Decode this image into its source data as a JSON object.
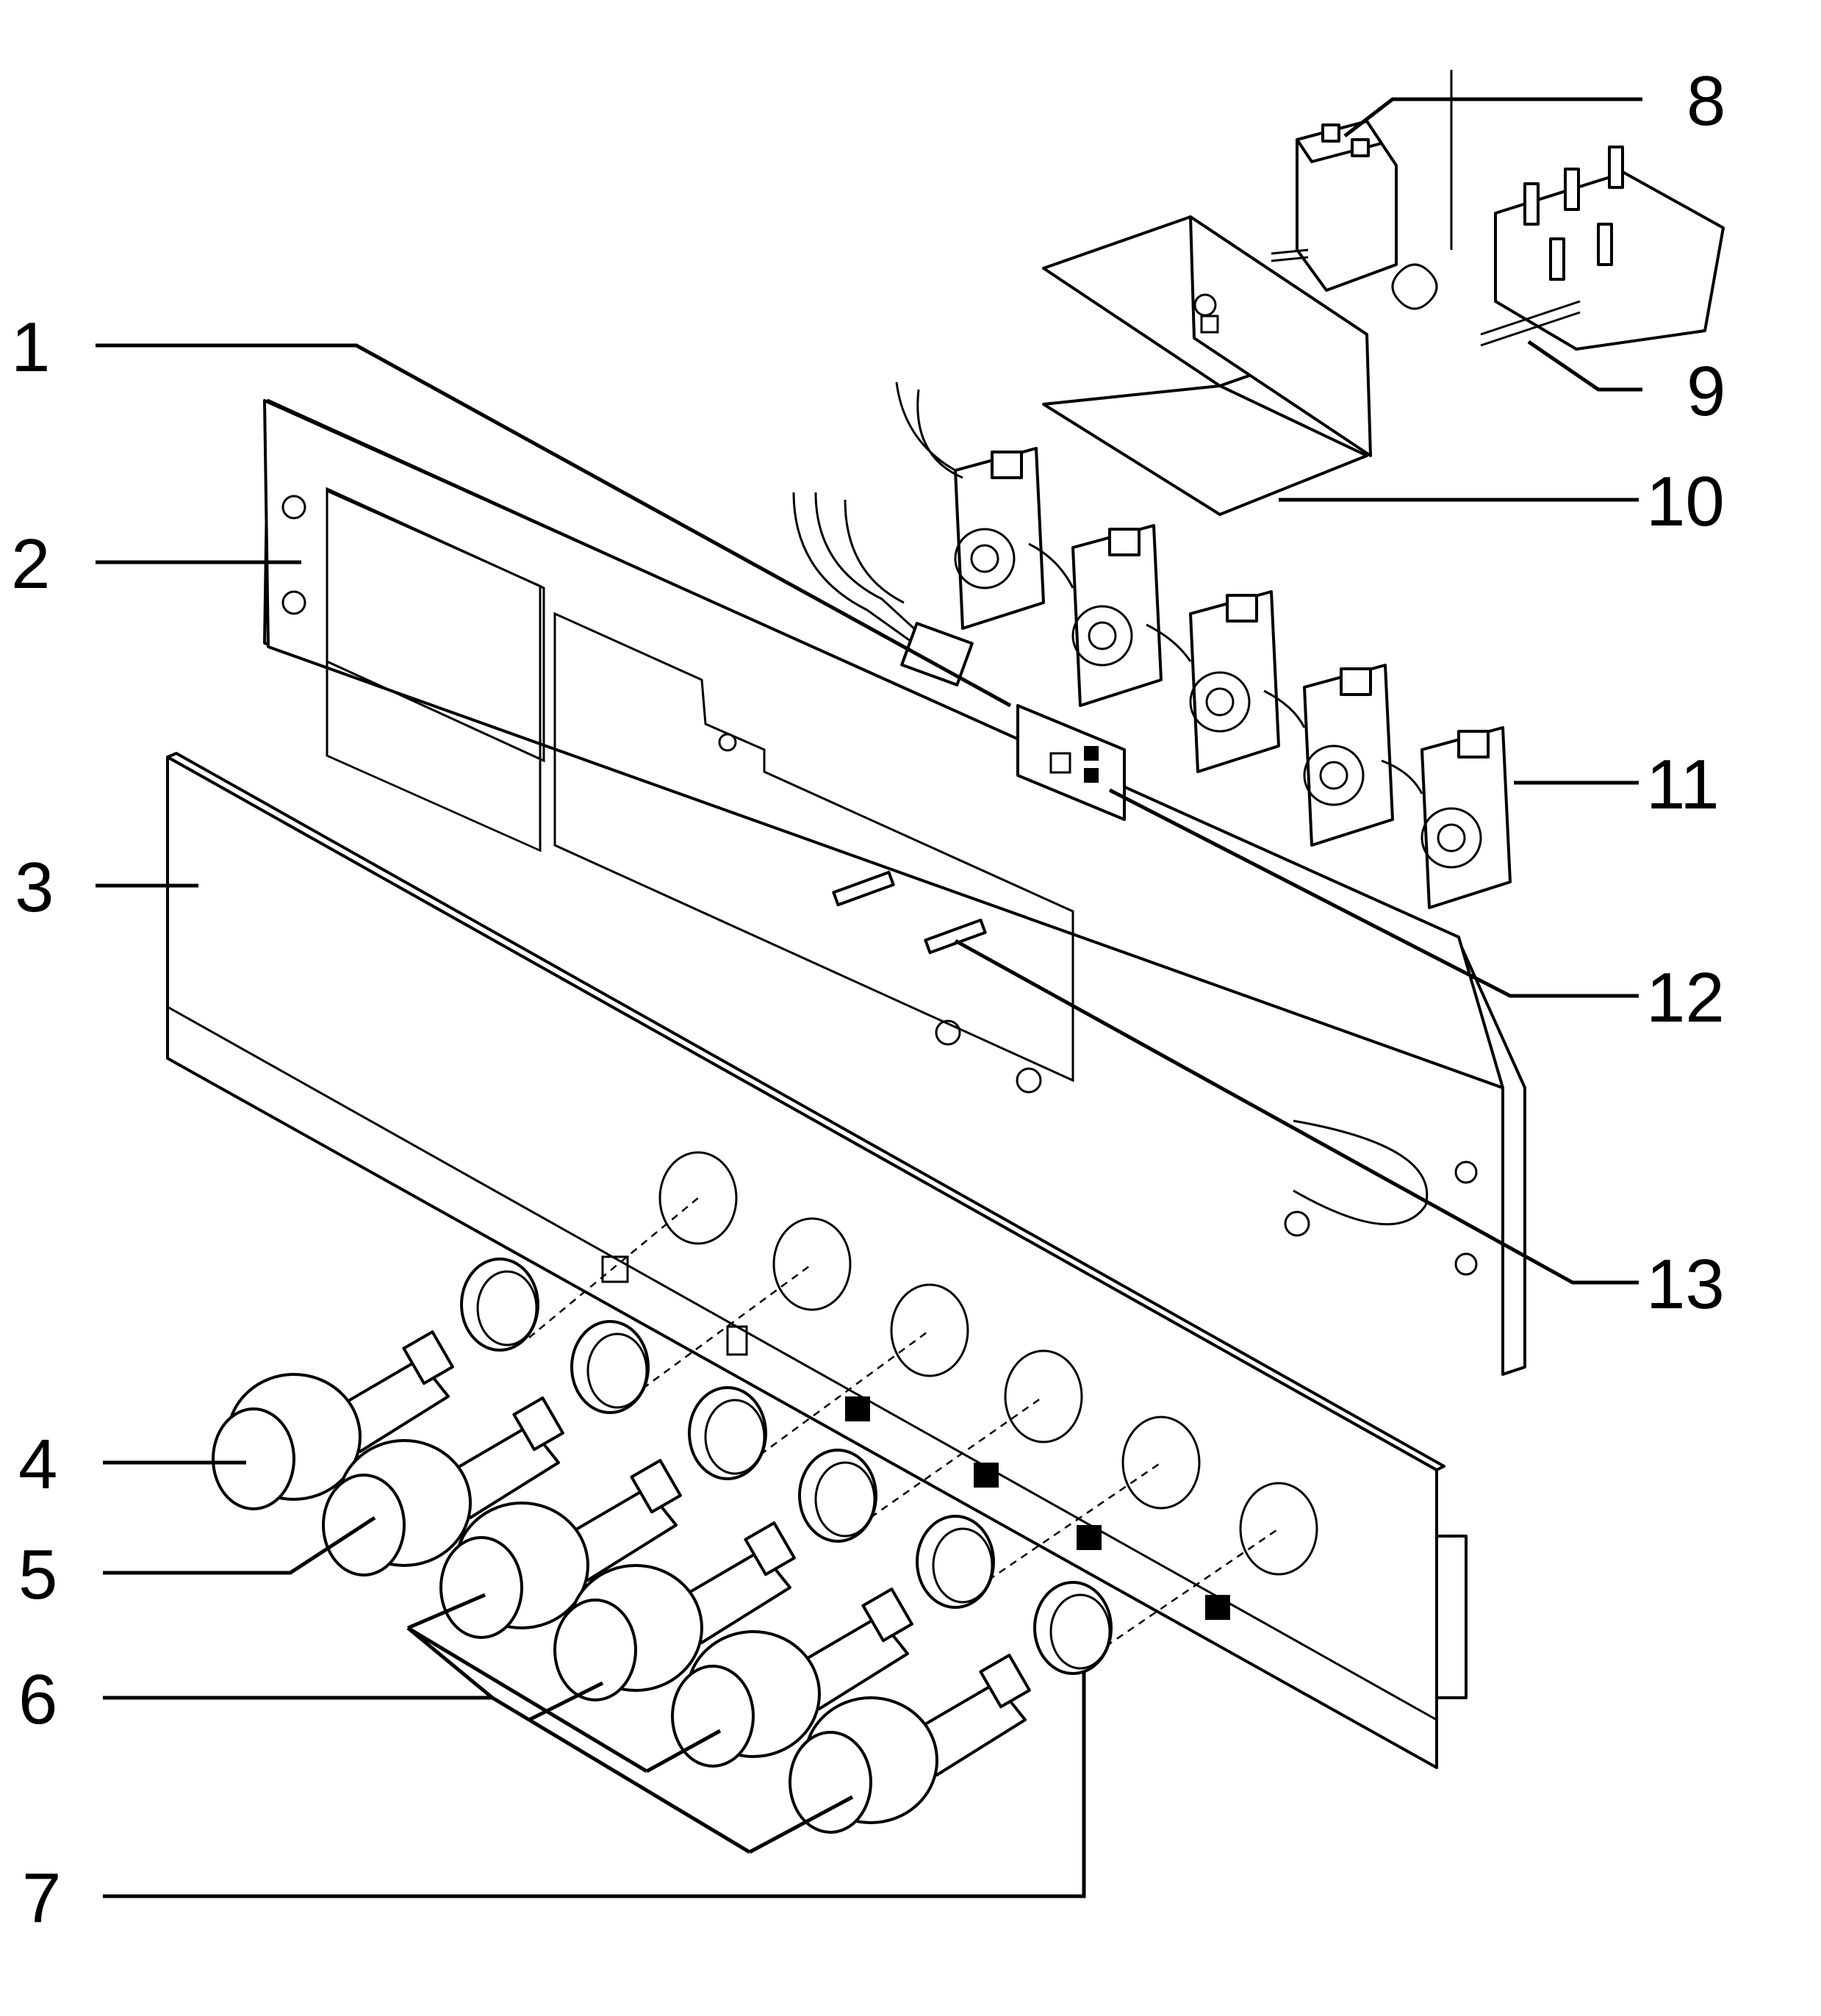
{
  "diagram": {
    "type": "exploded-parts-view",
    "callouts": [
      {
        "id": "1",
        "text": "1"
      },
      {
        "id": "2",
        "text": "2"
      },
      {
        "id": "3",
        "text": "3"
      },
      {
        "id": "4",
        "text": "4"
      },
      {
        "id": "5",
        "text": "5"
      },
      {
        "id": "6",
        "text": "6"
      },
      {
        "id": "7",
        "text": "7"
      },
      {
        "id": "8",
        "text": "8"
      },
      {
        "id": "9",
        "text": "9"
      },
      {
        "id": "10",
        "text": "10"
      },
      {
        "id": "11",
        "text": "11"
      },
      {
        "id": "12",
        "text": "12"
      },
      {
        "id": "13",
        "text": "13"
      }
    ],
    "colors": {
      "ink": "#000000",
      "paper": "#ffffff"
    }
  }
}
